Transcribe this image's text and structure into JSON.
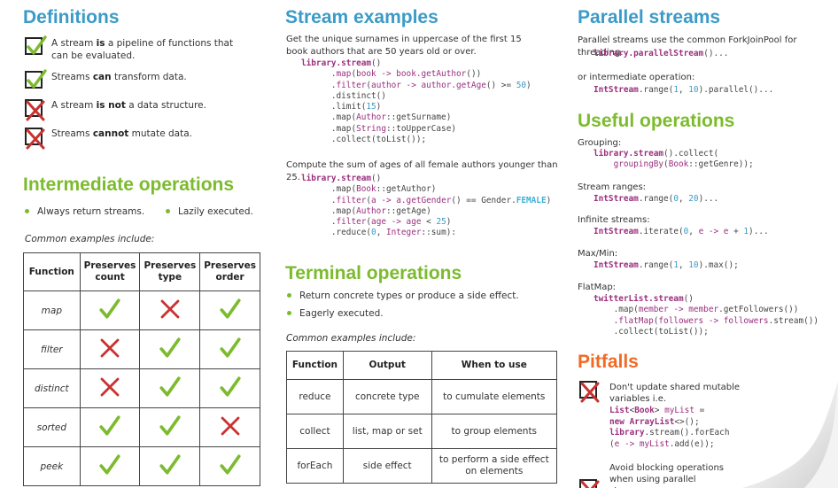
{
  "definitions": {
    "title": "Definitions",
    "items": [
      {
        "pre": "A stream ",
        "bold": "is",
        "post": " a pipeline of functions that can be evaluated.",
        "kind": "check"
      },
      {
        "pre": "Streams ",
        "bold": "can",
        "post": " transform data.",
        "kind": "check"
      },
      {
        "pre": "A stream ",
        "bold": "is not",
        "post": " a data structure.",
        "kind": "cross"
      },
      {
        "pre": "Streams ",
        "bold": "cannot",
        "post": " mutate data.",
        "kind": "cross"
      }
    ]
  },
  "intermediate": {
    "title": "Intermediate operations",
    "bullets": [
      "Always return streams.",
      "Lazily executed."
    ],
    "examples_label": "Common examples include:",
    "headers": [
      "Function",
      "Preserves count",
      "Preserves type",
      "Preserves order"
    ],
    "rows": [
      {
        "name": "map",
        "marks": [
          true,
          false,
          true
        ]
      },
      {
        "name": "filter",
        "marks": [
          false,
          true,
          true
        ]
      },
      {
        "name": "distinct",
        "marks": [
          false,
          true,
          true
        ]
      },
      {
        "name": "sorted",
        "marks": [
          true,
          true,
          false
        ]
      },
      {
        "name": "peek",
        "marks": [
          true,
          true,
          true
        ]
      }
    ]
  },
  "stream_examples": {
    "title": "Stream examples",
    "desc1": "Get the unique surnames in uppercase of the first 15 book authors that are 50 years old or over.",
    "desc2": "Compute the sum of ages of all female authors younger than 25."
  },
  "terminal": {
    "title": "Terminal operations",
    "bullets": [
      "Return concrete types or produce a side effect.",
      "Eagerly executed."
    ],
    "examples_label": "Common examples include:",
    "headers": [
      "Function",
      "Output",
      "When to use"
    ],
    "rows": [
      [
        "reduce",
        "concrete type",
        "to cumulate elements"
      ],
      [
        "collect",
        "list, map or set",
        "to group elements"
      ],
      [
        "forEach",
        "side effect",
        "to perform a side effect on elements"
      ]
    ]
  },
  "parallel": {
    "title": "Parallel streams",
    "desc1": "Parallel streams use the common ForkJoinPool for threading.",
    "desc2": "or intermediate operation:"
  },
  "useful": {
    "title": "Useful operations",
    "labels": [
      "Grouping:",
      "Stream ranges:",
      "Infinite streams:",
      "Max/Min:",
      "FlatMap:"
    ]
  },
  "pitfalls": {
    "title": "Pitfalls",
    "item1": "Don't update shared mutable variables i.e.",
    "item2": "Avoid blocking operations when using parallel streams."
  },
  "colors": {
    "blue": "#3b9bc8",
    "green": "#7cbb2e",
    "orange": "#f06a24",
    "check": "#7cbb2e",
    "cross": "#c8322f"
  }
}
